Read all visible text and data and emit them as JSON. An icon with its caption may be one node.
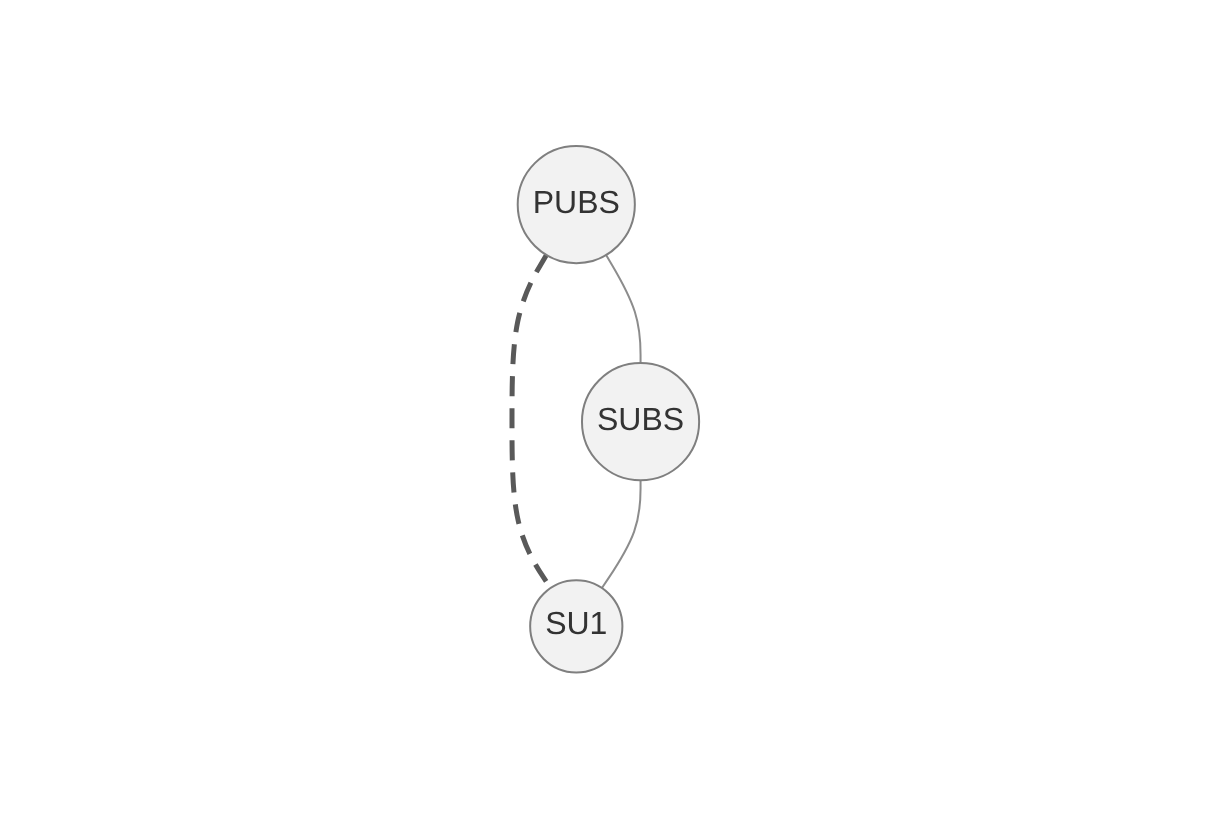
{
  "diagram": {
    "nodes": [
      {
        "text": [
          "PUBS"
        ]
      },
      {
        "text": [
          "SUBS"
        ]
      },
      {
        "text": [
          "SU1"
        ]
      }
    ],
    "edges": [
      {
        "from": 0,
        "to": 1,
        "arrow": "none"
      },
      {
        "from": 0,
        "to": 2,
        "arrow": "none",
        "style": "dashed",
        "color": "#595959"
      },
      {
        "from": 1,
        "to": 2,
        "arrow": "none"
      }
    ]
  }
}
